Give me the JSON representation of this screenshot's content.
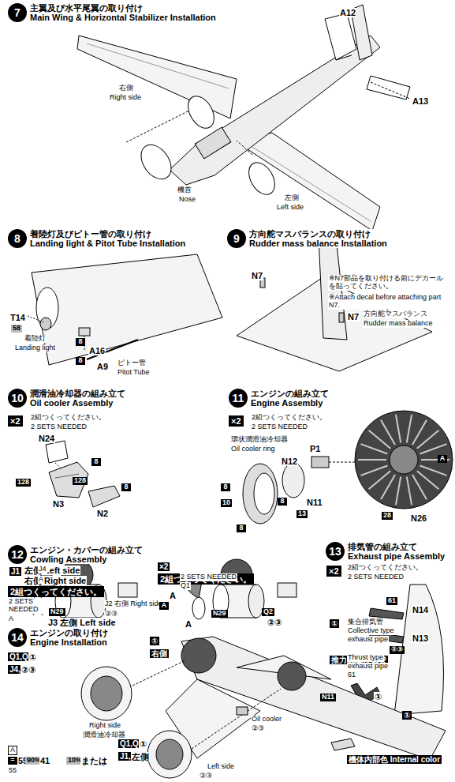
{
  "diagram": {
    "nodes": [
      {
        "text": [
          "7",
          "主翼及び水平尾翼の取り付け",
          "Main Wing & Horizontal Stabilizer Installation"
        ]
      },
      {
        "text": [
          "8",
          "着陸灯及びピトー管の取り付け",
          "Landing light & Pitot Tube Installation"
        ]
      },
      {
        "text": [
          "9",
          "方向舵マスバランスの取り付け",
          "Rudder mass balance Installation"
        ]
      },
      {
        "text": [
          "10",
          "潤滑油冷却器の組み立て",
          "Oil cooler Assembly"
        ]
      },
      {
        "text": [
          "11",
          "エンジンの組み立て",
          "Engine Assembly"
        ]
      },
      {
        "text": [
          "12",
          "エンジン・カバーの組み立て",
          "Cowling Assembly"
        ]
      },
      {
        "text": [
          "13",
          "排気管の組み立て",
          "Exhaust pipe Assembly"
        ]
      },
      {
        "text": [
          "14",
          "エンジンの取り付け",
          "Engine Installation"
        ]
      }
    ],
    "labels": [
      "A12",
      "A13",
      "右側",
      "Right side",
      "機首",
      "Nose",
      "左側",
      "Left side",
      "T14",
      "58",
      "着陸灯",
      "Landing light",
      "8",
      "A16",
      "8",
      "A9",
      "ピトー管",
      "Pitot Tube",
      "N7",
      "※N7部品を取り付ける前にデカールを貼ってください。",
      "※Attach decal before attaching part N7.",
      "N7",
      "方向舵マスバランス",
      "Rudder mass balance",
      "×2",
      "2組つくってください。",
      "2 SETS NEEDED",
      "N24",
      "8",
      "128",
      "N3",
      "128",
      "8",
      "N2",
      "×2",
      "2組つくってください。",
      "2 SETS NEEDED",
      "環状潤滑油冷却器",
      "Oil cooler ring",
      "N12",
      "P1",
      "A",
      "8",
      "8",
      "N11",
      "10",
      "28",
      "N26",
      "13",
      "8",
      "×2",
      "2組つくってください。",
      "2 SETS NEEDED",
      "61",
      "N14",
      "①",
      "集合排気管",
      "Collective type",
      "exhaust pipe",
      "N13",
      "②③",
      "推力式単排気管",
      "Thrust type",
      "exhaust pipe",
      "61",
      "N11",
      "①",
      "J1",
      "左側 Left side",
      "J4",
      "右側 Right side",
      "A",
      "×2",
      "2組つくってください。",
      "2 SETS NEEDED",
      "A",
      "N29",
      "J3 左側 Left side",
      "J2 右側 Right side",
      "②③",
      "×2",
      "2組つくってください。",
      "2 SETS NEEDED",
      "Q1",
      "A",
      "A",
      "N29",
      "A",
      "Q2",
      "②③",
      "Q1,Q2",
      "①",
      "J4,J2",
      "②③",
      "①",
      "右側",
      "Right side",
      "潤滑油冷却器",
      "Oil cooler",
      "②③",
      "Q1,Q2",
      "①",
      "J1,J3",
      "左側",
      "Left side",
      "②③",
      "①",
      "機体内部色 Internal color",
      "A",
      "=",
      "55",
      "90%＋",
      "41",
      "10%",
      "または",
      "55"
    ]
  }
}
